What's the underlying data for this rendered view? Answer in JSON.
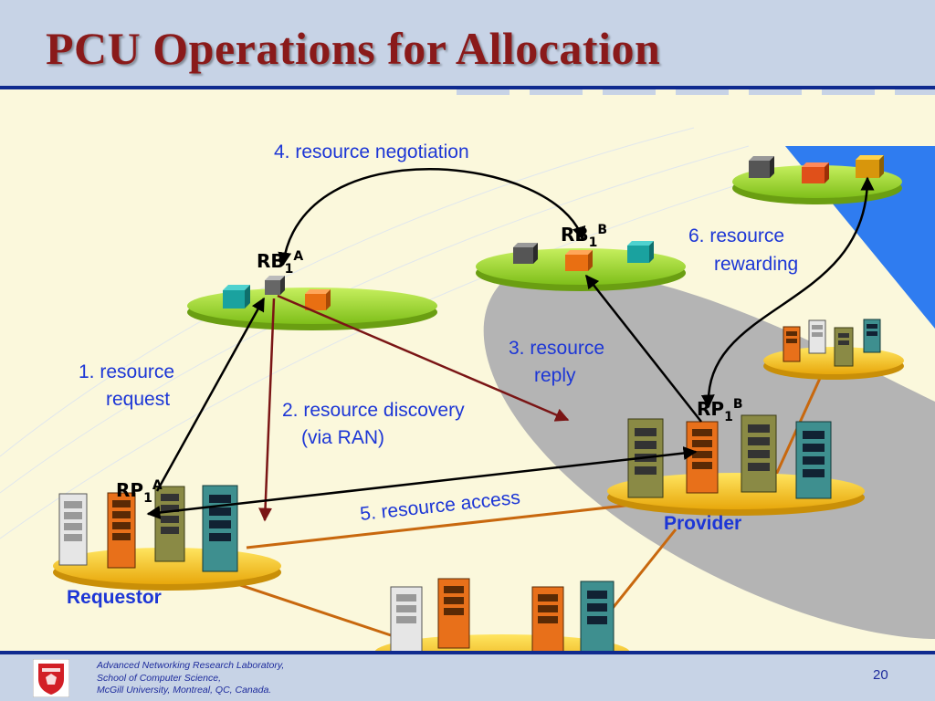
{
  "header": {
    "title": "PCU Operations for Allocation"
  },
  "diagram": {
    "brokers": {
      "rb_a": {
        "base": "RB",
        "sub": "1",
        "sup": "A"
      },
      "rb_b": {
        "base": "RB",
        "sub": "1",
        "sup": "B"
      }
    },
    "providers": {
      "rp_a": {
        "base": "RP",
        "sub": "1",
        "sup": "A"
      },
      "rp_b": {
        "base": "RP",
        "sub": "1",
        "sup": "B"
      }
    },
    "roles": {
      "requestor": "Requestor",
      "provider": "Provider"
    },
    "steps": {
      "s1_line1": "1. resource",
      "s1_line2": "request",
      "s2_line1": "2. resource discovery",
      "s2_line2": "(via RAN)",
      "s3_line1": "3. resource",
      "s3_line2": "reply",
      "s4": "4. resource negotiation",
      "s5": "5. resource access",
      "s6_line1": "6. resource",
      "s6_line2": "rewarding"
    },
    "colors": {
      "ellipse_green": "#9ad42c",
      "platform_yellow": "#f7c21d",
      "black_arrow": "#000000",
      "red_arrow": "#7a1515",
      "orange_link": "#c8680e",
      "label_blue": "#1c36d6"
    }
  },
  "footer": {
    "line1": "Advanced Networking Research Laboratory,",
    "line2": "School of Computer Science,",
    "line3": "McGill University, Montreal, QC, Canada.",
    "page_number": "20"
  }
}
